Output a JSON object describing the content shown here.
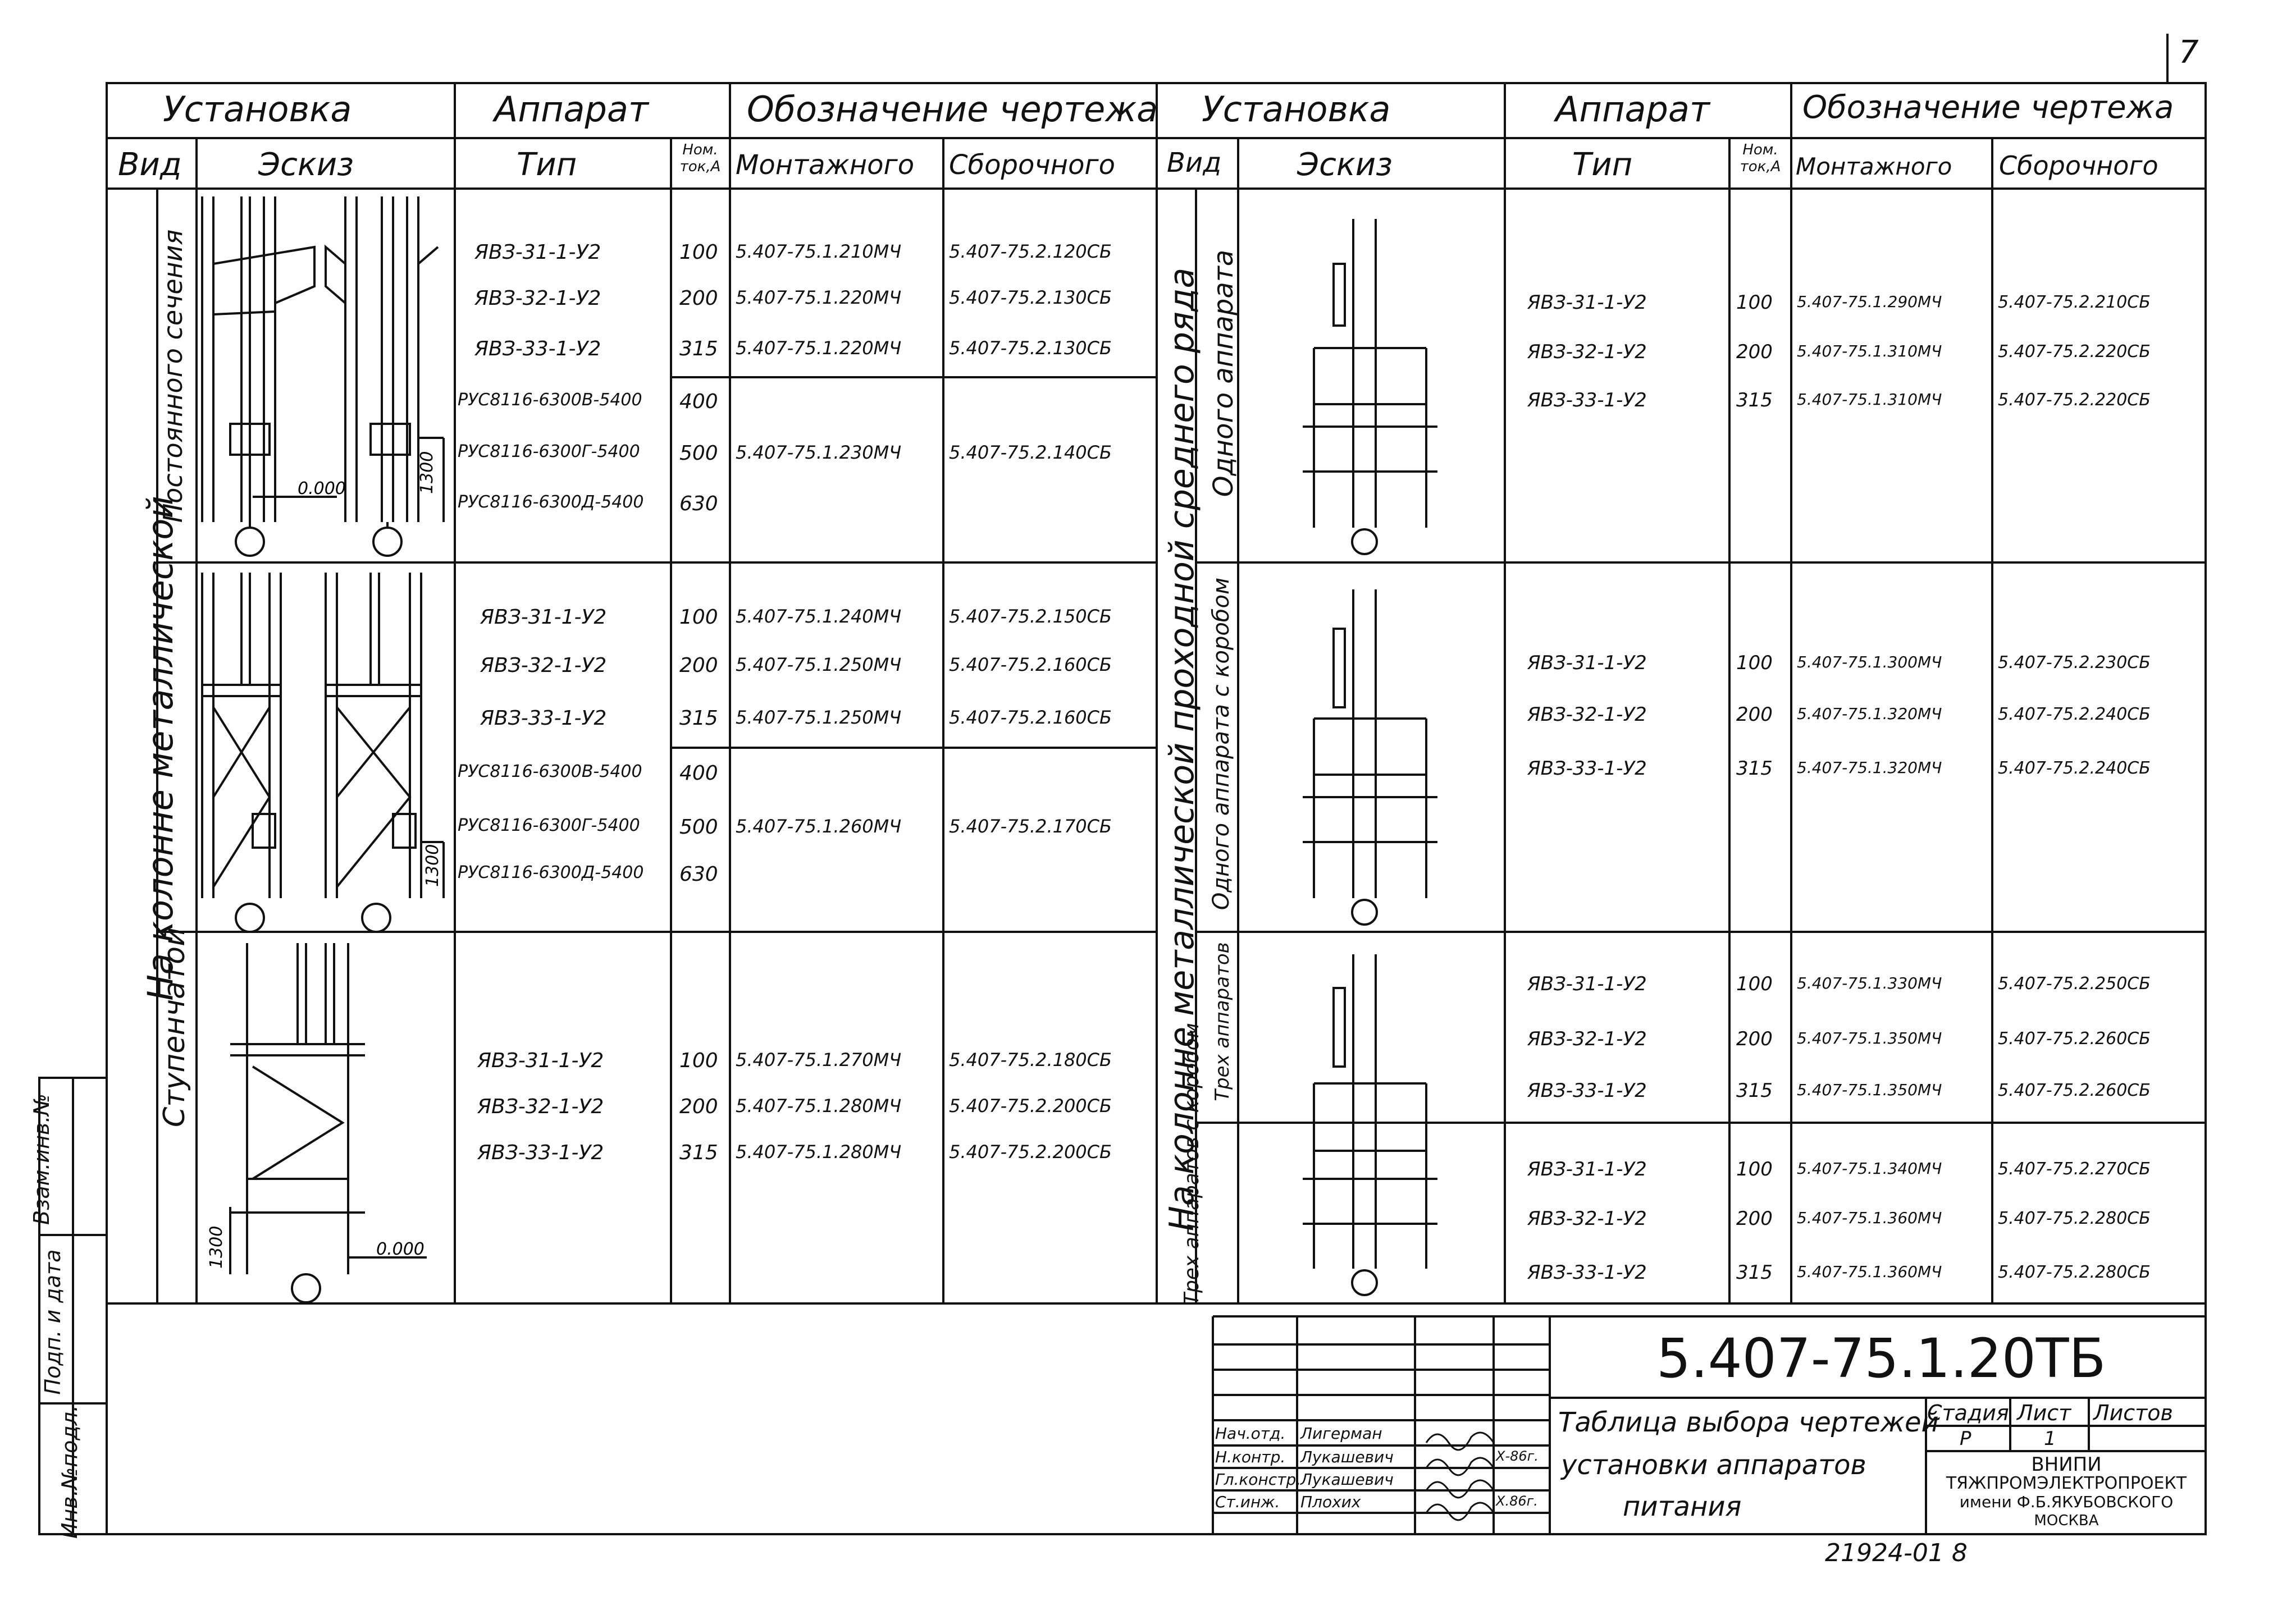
{
  "page_number": "7",
  "left": {
    "install_header": "Установка",
    "vid_header": "Вид",
    "sketch_header": "Эскиз",
    "apparatus_header": "Аппарат",
    "type_header": "Тип",
    "nomtok_header": "Ном. ток,А",
    "drawing_header": "Обозначение чертежа",
    "mount_header": "Монтажного",
    "assembly_header": "Сборочного",
    "outer_label": "На колонне металлической",
    "group1_label": "Постоянного сечения",
    "group2_label": "Ступенчатой",
    "sketch_labels": {
      "level": "0.000",
      "height": "1300"
    },
    "groups": [
      {
        "rows": [
          {
            "type": "ЯВЗ-31-1-У2",
            "amp": "100",
            "mount": "5.407-75.1.210МЧ",
            "asm": "5.407-75.2.120СБ"
          },
          {
            "type": "ЯВЗ-32-1-У2",
            "amp": "200",
            "mount": "5.407-75.1.220МЧ",
            "asm": "5.407-75.2.130СБ"
          },
          {
            "type": "ЯВЗ-33-1-У2",
            "amp": "315",
            "mount": "5.407-75.1.220МЧ",
            "asm": "5.407-75.2.130СБ"
          },
          {
            "type": "РУС8116-6300В-5400",
            "amp": "400",
            "mount": "",
            "asm": ""
          },
          {
            "type": "РУС8116-6300Г-5400",
            "amp": "500",
            "mount": "5.407-75.1.230МЧ",
            "asm": "5.407-75.2.140СБ"
          },
          {
            "type": "РУС8116-6300Д-5400",
            "amp": "630",
            "mount": "",
            "asm": ""
          }
        ]
      },
      {
        "rows": [
          {
            "type": "ЯВЗ-31-1-У2",
            "amp": "100",
            "mount": "5.407-75.1.240МЧ",
            "asm": "5.407-75.2.150СБ"
          },
          {
            "type": "ЯВЗ-32-1-У2",
            "amp": "200",
            "mount": "5.407-75.1.250МЧ",
            "asm": "5.407-75.2.160СБ"
          },
          {
            "type": "ЯВЗ-33-1-У2",
            "amp": "315",
            "mount": "5.407-75.1.250МЧ",
            "asm": "5.407-75.2.160СБ"
          },
          {
            "type": "РУС8116-6300В-5400",
            "amp": "400",
            "mount": "",
            "asm": ""
          },
          {
            "type": "РУС8116-6300Г-5400",
            "amp": "500",
            "mount": "5.407-75.1.260МЧ",
            "asm": "5.407-75.2.170СБ"
          },
          {
            "type": "РУС8116-6300Д-5400",
            "amp": "630",
            "mount": "",
            "asm": ""
          }
        ]
      },
      {
        "rows": [
          {
            "type": "ЯВЗ-31-1-У2",
            "amp": "100",
            "mount": "5.407-75.1.270МЧ",
            "asm": "5.407-75.2.180СБ"
          },
          {
            "type": "ЯВЗ-32-1-У2",
            "amp": "200",
            "mount": "5.407-75.1.280МЧ",
            "asm": "5.407-75.2.200СБ"
          },
          {
            "type": "ЯВЗ-33-1-У2",
            "amp": "315",
            "mount": "5.407-75.1.280МЧ",
            "asm": "5.407-75.2.200СБ"
          }
        ]
      }
    ]
  },
  "right": {
    "install_header": "Установка",
    "vid_header": "Вид",
    "sketch_header": "Эскиз",
    "apparatus_header": "Аппарат",
    "type_header": "Тип",
    "nomtok_header": "Ном. ток,А",
    "drawing_header": "Обозначение чертежа",
    "mount_header": "Монтажного",
    "assembly_header": "Сборочного",
    "outer_label": "На колонне металлической проходной среднего ряда",
    "sub1_label": "Одного аппарата",
    "sub2_label": "Одного аппарата с коробом",
    "sub3_label": "Трех аппаратов",
    "sub4_label": "Трех аппаратов с коробом",
    "groups": [
      {
        "rows": [
          {
            "type": "ЯВЗ-31-1-У2",
            "amp": "100",
            "mount": "5.407-75.1.290МЧ",
            "asm": "5.407-75.2.210СБ"
          },
          {
            "type": "ЯВЗ-32-1-У2",
            "amp": "200",
            "mount": "5.407-75.1.310МЧ",
            "asm": "5.407-75.2.220СБ"
          },
          {
            "type": "ЯВЗ-33-1-У2",
            "amp": "315",
            "mount": "5.407-75.1.310МЧ",
            "asm": "5.407-75.2.220СБ"
          }
        ]
      },
      {
        "rows": [
          {
            "type": "ЯВЗ-31-1-У2",
            "amp": "100",
            "mount": "5.407-75.1.300МЧ",
            "asm": "5.407-75.2.230СБ"
          },
          {
            "type": "ЯВЗ-32-1-У2",
            "amp": "200",
            "mount": "5.407-75.1.320МЧ",
            "asm": "5.407-75.2.240СБ"
          },
          {
            "type": "ЯВЗ-33-1-У2",
            "amp": "315",
            "mount": "5.407-75.1.320МЧ",
            "asm": "5.407-75.2.240СБ"
          }
        ]
      },
      {
        "rows": [
          {
            "type": "ЯВЗ-31-1-У2",
            "amp": "100",
            "mount": "5.407-75.1.330МЧ",
            "asm": "5.407-75.2.250СБ"
          },
          {
            "type": "ЯВЗ-32-1-У2",
            "amp": "200",
            "mount": "5.407-75.1.350МЧ",
            "asm": "5.407-75.2.260СБ"
          },
          {
            "type": "ЯВЗ-33-1-У2",
            "amp": "315",
            "mount": "5.407-75.1.350МЧ",
            "asm": "5.407-75.2.260СБ"
          }
        ]
      },
      {
        "rows": [
          {
            "type": "ЯВЗ-31-1-У2",
            "amp": "100",
            "mount": "5.407-75.1.340МЧ",
            "asm": "5.407-75.2.270СБ"
          },
          {
            "type": "ЯВЗ-32-1-У2",
            "amp": "200",
            "mount": "5.407-75.1.360МЧ",
            "asm": "5.407-75.2.280СБ"
          },
          {
            "type": "ЯВЗ-33-1-У2",
            "amp": "315",
            "mount": "5.407-75.1.360МЧ",
            "asm": "5.407-75.2.280СБ"
          }
        ]
      }
    ]
  },
  "side_stamp": {
    "inv_podl": "Инв.№подл.",
    "podp_data": "Подп. и дата",
    "vzam_inv": "Взам.инв.№"
  },
  "title_block": {
    "doc_code": "5.407-75.1.20ТБ",
    "title_line1": "Таблица выбора чертежей",
    "title_line2": "установки аппаратов",
    "title_line3": "питания",
    "stage_header": "Стадия",
    "sheet_header": "Лист",
    "sheets_header": "Листов",
    "stage": "Р",
    "sheet": "1",
    "org_line1": "ВНИПИ",
    "org_line2": "ТЯЖПРОМЭЛЕКТРОПРОЕКТ",
    "org_line3": "имени Ф.Б.ЯКУБОВСКОГО",
    "org_line4": "МОСКВА",
    "signers": [
      {
        "role": "Нач.отд.",
        "name": "Лигерман",
        "date": ""
      },
      {
        "role": "Н.контр.",
        "name": "Лукашевич",
        "date": "Х-86г."
      },
      {
        "role": "Гл.констр.",
        "name": "Лукашевич",
        "date": ""
      },
      {
        "role": "Ст.инж.",
        "name": "Плохих",
        "date": "Х.86г."
      }
    ]
  },
  "footer_code": "21924-01   8"
}
